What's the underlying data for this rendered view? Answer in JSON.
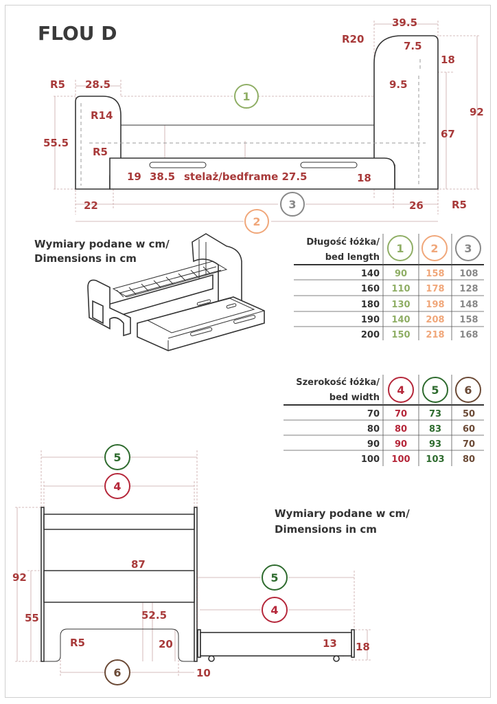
{
  "title": "FLOU D",
  "note": {
    "line1": "Wymiary podane w cm/",
    "line2": "Dimensions in cm"
  },
  "side_view": {
    "frame_label": "stelaż/bedframe 27.5",
    "dims": [
      "39.5",
      "R20",
      "7.5",
      "18",
      "9.5",
      "92",
      "67",
      "R5",
      "28.5",
      "R5",
      "R14",
      "55.5",
      "R5",
      "19",
      "38.5",
      "18",
      "22",
      "26"
    ]
  },
  "circles": {
    "c1": {
      "num": "1",
      "color": "#8fae65"
    },
    "c2": {
      "num": "2",
      "color": "#f0a77a"
    },
    "c3": {
      "num": "3",
      "color": "#888888"
    },
    "c4": {
      "num": "4",
      "color": "#b5273a"
    },
    "c5": {
      "num": "5",
      "color": "#2e6b2e"
    },
    "c6": {
      "num": "6",
      "color": "#6b4a36"
    }
  },
  "length_table": {
    "header1": "Długość łóżka/",
    "header2": "bed length",
    "rows": [
      {
        "size": "140",
        "v1": "90",
        "v2": "158",
        "v3": "108"
      },
      {
        "size": "160",
        "v1": "110",
        "v2": "178",
        "v3": "128"
      },
      {
        "size": "180",
        "v1": "130",
        "v2": "198",
        "v3": "148"
      },
      {
        "size": "190",
        "v1": "140",
        "v2": "208",
        "v3": "158"
      },
      {
        "size": "200",
        "v1": "150",
        "v2": "218",
        "v3": "168"
      }
    ]
  },
  "width_table": {
    "header1": "Szerokość łóżka/",
    "header2": "bed width",
    "rows": [
      {
        "size": "70",
        "v4": "70",
        "v5": "73",
        "v6": "50"
      },
      {
        "size": "80",
        "v4": "80",
        "v5": "83",
        "v6": "60"
      },
      {
        "size": "90",
        "v4": "90",
        "v5": "93",
        "v6": "70"
      },
      {
        "size": "100",
        "v4": "100",
        "v5": "103",
        "v6": "80"
      }
    ]
  },
  "front_view": {
    "dims": [
      "92",
      "55",
      "87",
      "52.5",
      "R5",
      "20",
      "10"
    ]
  },
  "drawer_view": {
    "dims": [
      "13",
      "18"
    ]
  }
}
